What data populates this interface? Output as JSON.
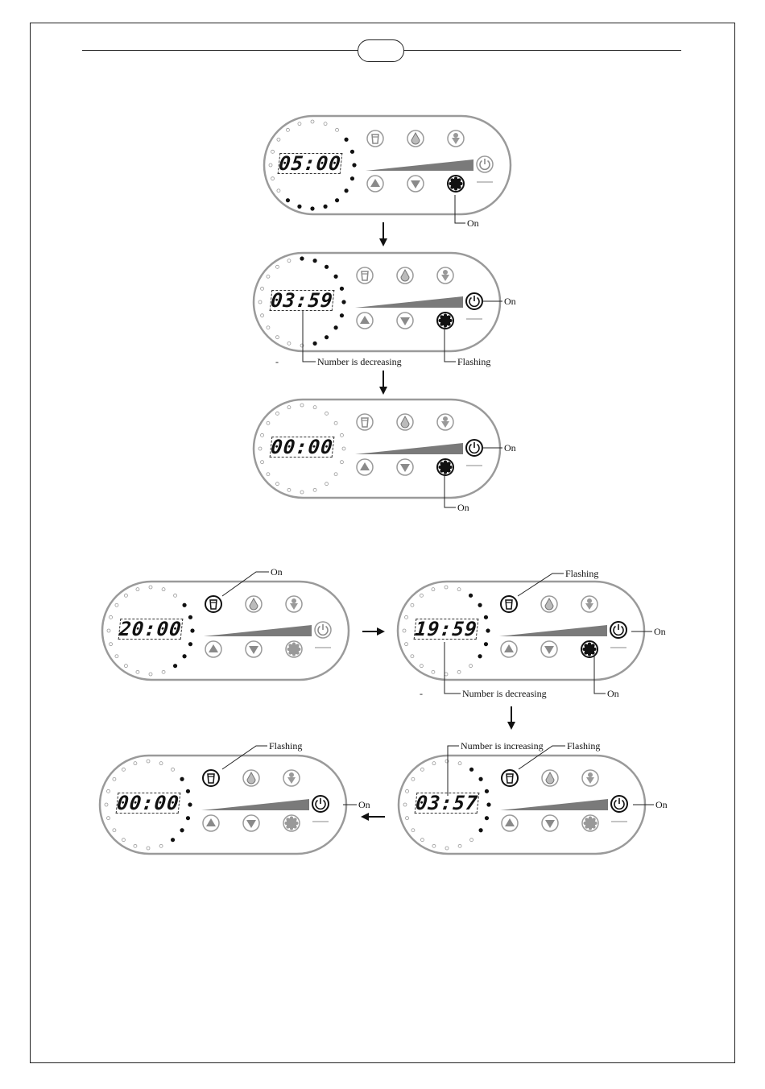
{
  "page": {
    "number": ""
  },
  "panels": [
    {
      "id": "p1",
      "display": "05:00",
      "power_state": "dim",
      "cup": "dim",
      "dark_dots": [
        3,
        4,
        5,
        6,
        7,
        8,
        9,
        10,
        11,
        12
      ],
      "stir_state": "on"
    },
    {
      "id": "p2",
      "display": "03:59",
      "power_state": "on",
      "cup": "dim",
      "dark_dots": [
        0,
        1,
        2,
        3,
        4,
        5,
        6,
        7,
        8,
        9
      ],
      "stir_state": "on"
    },
    {
      "id": "p3",
      "display": "00:00",
      "power_state": "on",
      "cup": "dim",
      "dark_dots": [],
      "stir_state": "on"
    },
    {
      "id": "p4",
      "display": "20:00",
      "power_state": "dim",
      "cup": "on",
      "dark_dots": [
        3,
        4,
        5,
        6,
        7,
        8
      ],
      "stir_state": "dim"
    },
    {
      "id": "p5",
      "display": "19:59",
      "power_state": "on",
      "cup": "on",
      "dark_dots": [
        2,
        3,
        4,
        5,
        6,
        7
      ],
      "stir_state": "on"
    },
    {
      "id": "p6",
      "display": "00:00",
      "power_state": "on",
      "cup": "on",
      "dark_dots": [
        3,
        4,
        5,
        6,
        7,
        8
      ],
      "stir_state": "dim"
    },
    {
      "id": "p7",
      "display": "03:57",
      "power_state": "on",
      "cup": "on",
      "dark_dots": [
        2,
        3,
        4,
        5,
        6,
        7
      ],
      "stir_state": "dim"
    }
  ],
  "annotations": {
    "a1": "On",
    "a2_on": "On",
    "a2_num": "Number is decreasing",
    "a2_flash": "Flashing",
    "a2_dash": "-",
    "a3_on": "On",
    "a3_on2": "On",
    "a4_on": "On",
    "a5_flash": "Flashing",
    "a5_on": "On",
    "a5_num": "Number is decreasing",
    "a5_on2": "On",
    "a5_dash": "-",
    "a6_flash": "Flashing",
    "a6_on": "On",
    "a7_num": "Number is increasing",
    "a7_flash": "Flashing",
    "a7_on": "On"
  },
  "icons": [
    "cup-icon",
    "drop-icon",
    "cone-icon",
    "up-icon",
    "down-icon",
    "stir-icon",
    "power-icon"
  ],
  "colors": {
    "outline": "#9a9a9a",
    "dark": "#111111",
    "ramp": "#7a7a7a"
  }
}
